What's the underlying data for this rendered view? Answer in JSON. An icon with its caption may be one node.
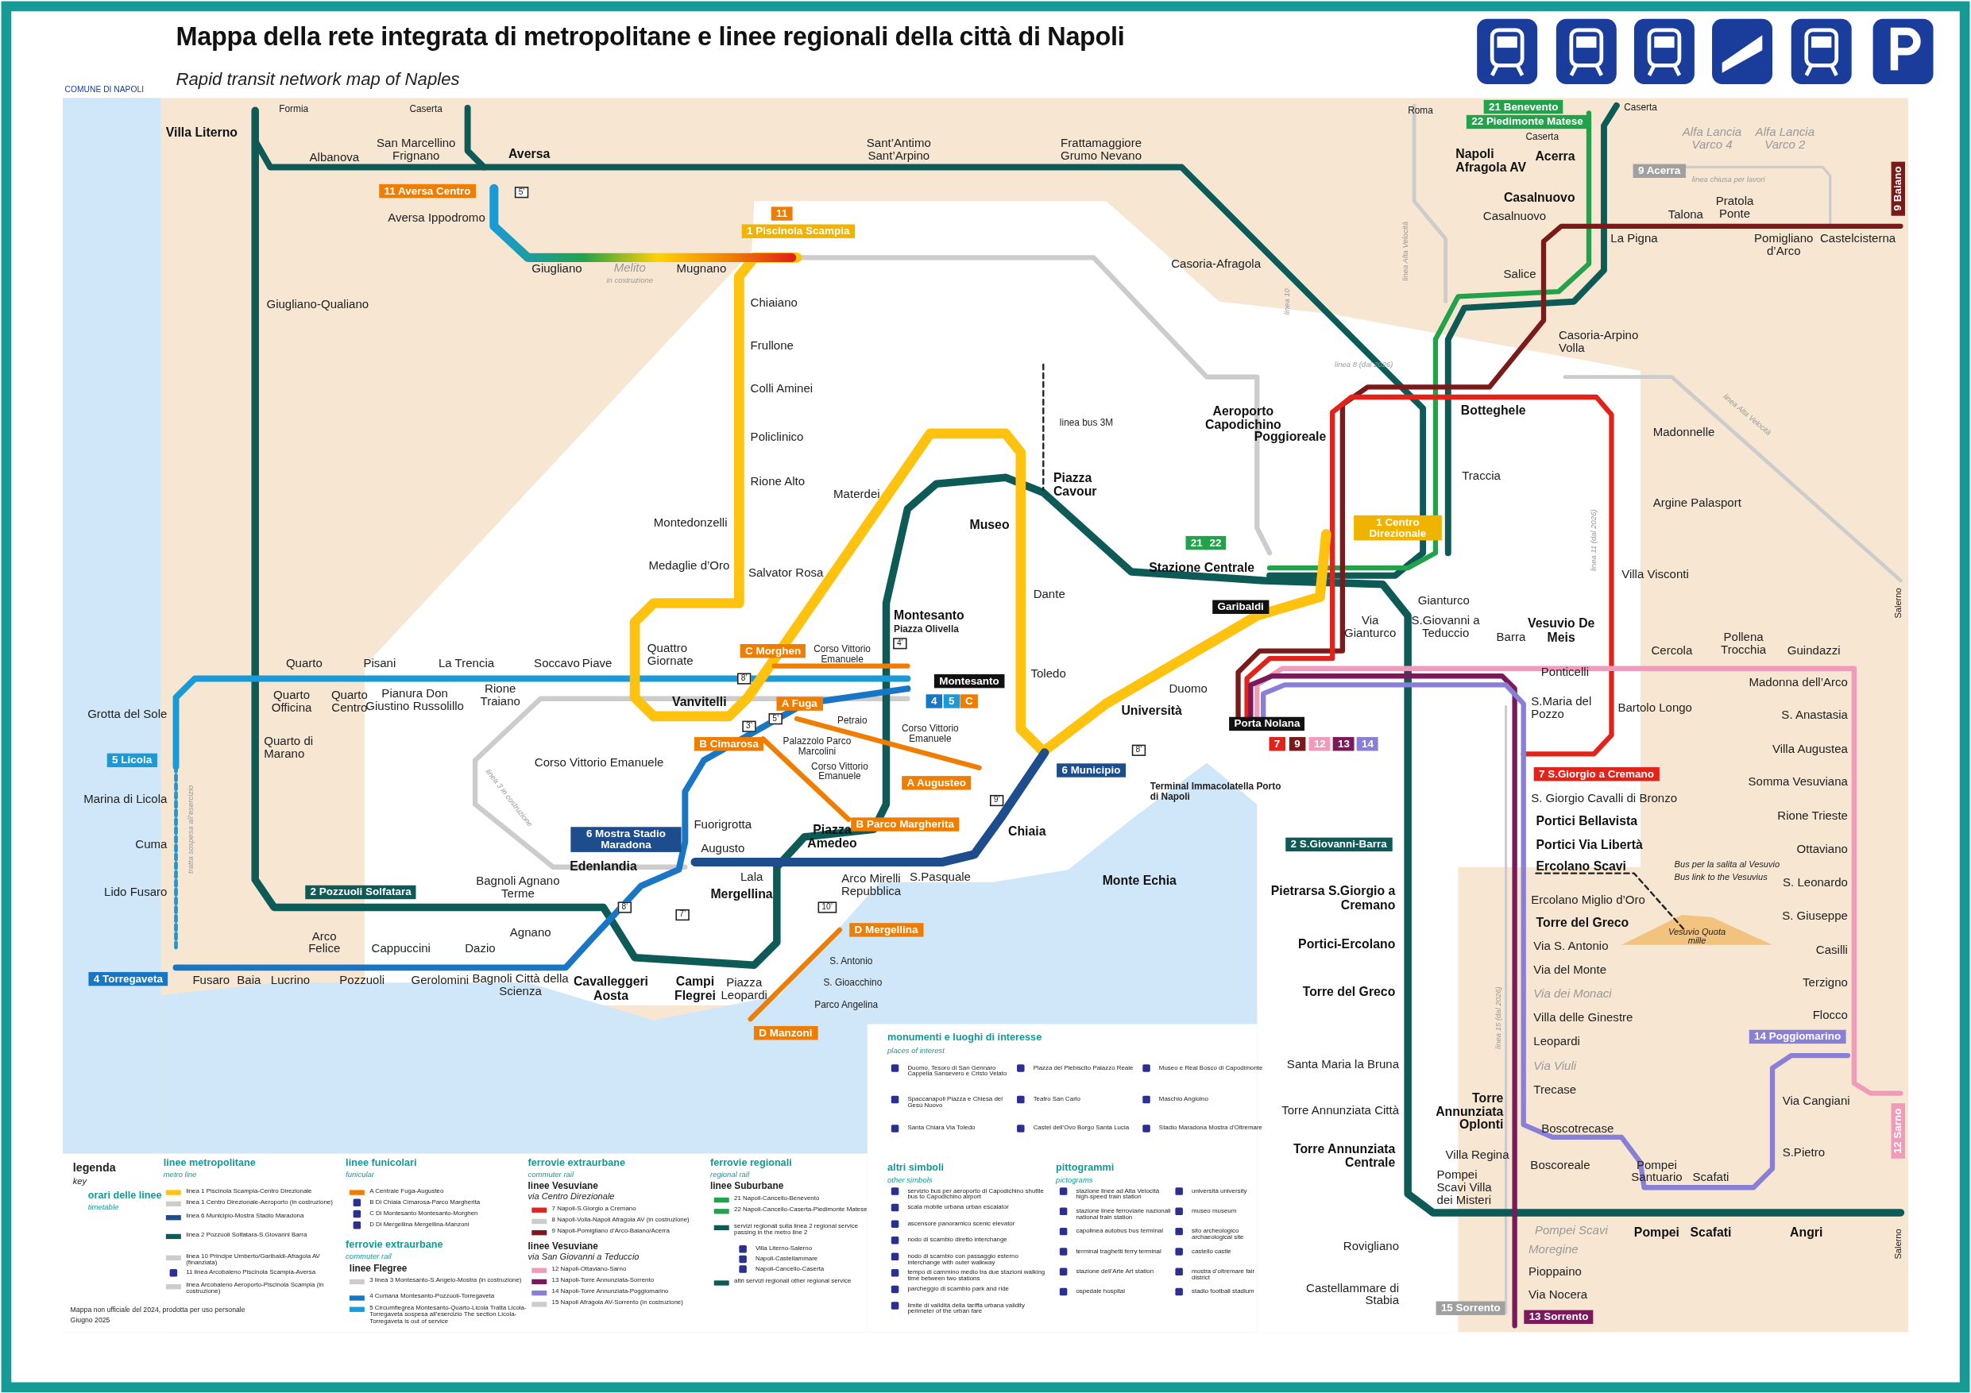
{
  "diagram": {
    "title": "Mappa della rete integrata di metropolitane e linee regionali della città di Napoli",
    "labels": [
      "COMUNE DI NAPOLI",
      "Rapid transit network map of Naples",
      "Formia",
      "Villa Literno",
      "Albanova",
      "San Marcellino Frignano",
      "Caserta",
      "Aversa",
      "11 Aversa Centro",
      "5’",
      "Aversa Ippodromo",
      "Giugliano",
      "Melito",
      "in costruzione",
      "Mugnano",
      "11",
      "1 Piscinola Scampia",
      "Sant’Antimo Sant’Arpino",
      "Frattamaggiore Grumo Nevano",
      "Casoria-Afragola",
      "Roma",
      "21 Benevento",
      "22 Piedimonte Matese",
      "Caserta",
      "Caserta",
      "Napoli Afragola AV",
      "Acerra",
      "Alfa Lancia Varco 4",
      "Alfa Lancia Varco 2",
      "9 Acerra",
      "linea chiusa per lavori",
      "9 Baiano",
      "Casalnuovo",
      "Casalnuovo",
      "La Pigna",
      "Talona",
      "Pratola Ponte",
      "Pomigliano d’Arco",
      "Castelcisterna",
      "Salice",
      "linea Alta Velocità",
      "linea 10",
      "Casoria-Arpino Volla",
      "linea 8 (dal 2026)",
      "linea Alta Velocità",
      "Botteghele",
      "Aeroporto Capodichino",
      "Poggioreale",
      "Madonnelle",
      "Traccia",
      "1 Centro Direzionale",
      "Argine Palasport",
      "linea 11 (dal 2026)",
      "21",
      "22",
      "Stazione Centrale",
      "Villa Visconti",
      "Salerno",
      "Garibaldi",
      "Gianturco",
      "Via Gianturco",
      "S.Giovanni a Teduccio",
      "Barra",
      "Vesuvio De Meis",
      "Cercola",
      "Pollena Trocchia",
      "Guindazzi",
      "Ponticelli",
      "Madonna dell’Arco",
      "S.Maria del Pozzo",
      "Bartolo Longo",
      "S. Anastasia",
      "Porta Nolana",
      "7",
      "9",
      "12",
      "13",
      "14",
      "Villa Augustea",
      "7 S.Giorgio a Cremano",
      "S. Giorgio Cavalli di Bronzo",
      "Somma Vesuviana",
      "Portici Bellavista",
      "Rione Trieste",
      "Portici Via Libertà",
      "Ottaviano",
      "Ercolano Scavi",
      "Bus per la salita al Vesuvio",
      "Bus link to the Vesuvius",
      "S. Leonardo",
      "Ercolano Miglio d’Oro",
      "Torre del Greco",
      "S. Giuseppe",
      "Vesuvio Quota mille",
      "Via S. Antonio",
      "Casilli",
      "Via del Monte",
      "Terzigno",
      "Via dei Monaci",
      "linea 15 (dal 2026)",
      "Villa delle Ginestre",
      "Flocco",
      "Leopardi",
      "14 Poggiomarino",
      "Via Viuli",
      "Trecase",
      "Via Cangiani",
      "Torre Annunziata Oplonti",
      "Boscotrecase",
      "Villa Regina",
      "S.Pietro",
      "12 Sarno",
      "Boscoreale",
      "Pompei Santuario",
      "Scafati",
      "Pompei Scavi Villa dei Misteri",
      "Pompei Scavi",
      "Pompei",
      "Scafati",
      "Angri",
      "Salerno",
      "Moregine",
      "Pioppaino",
      "Via Nocera",
      "15 Sorrento",
      "13 Sorrento",
      "2 S.Giovanni-Barra",
      "Pietrarsa S.Giorgio a Cremano",
      "Portici-Ercolano",
      "Torre del Greco",
      "Santa Maria la Bruna",
      "Torre Annunziata Città",
      "Torre Annunziata Centrale",
      "Rovigliano",
      "Castellammare di Stabia",
      "Giugliano-Qualiano",
      "Chiaiano",
      "Frullone",
      "Colli Aminei",
      "Policlinico",
      "Rione Alto",
      "Montedonzelli",
      "Medaglie d’Oro",
      "linea bus 3M",
      "Materdei",
      "Salvator Rosa",
      "Piazza Cavour",
      "Museo",
      "Dante",
      "Montesanto",
      "Piazza Olivella",
      "Quarto",
      "Pisani",
      "La Trencia",
      "Soccavo",
      "Piave",
      "Quattro Giornate",
      "Corso Vittorio Emanuele",
      "C Morghen",
      "Grotta del Sole",
      "Quarto Officina",
      "Quarto Centro",
      "Pianura Don Giustino Russolillo",
      "Rione Traiano",
      "Toledo",
      "Montesanto",
      "4",
      "5",
      "C",
      "Vanvitelli",
      "A Fuga",
      "Duomo",
      "Università",
      "Quarto di Marano",
      "Petraio",
      "Corso Vittorio Emanuele",
      "B Cimarosa",
      "Palazzolo Parco Marcolini",
      "5 Licola",
      "Corso Vittorio Emanuele",
      "Corso Vittorio Emanuele",
      "A Augusteo",
      "6 Municipio",
      "Terminal Immacolatella Porto di Napoli",
      "Marina di Licola",
      "Fuorigrotta",
      "B Parco Margherita",
      "6 Mostra Stadio Maradona",
      "Chiaia",
      "Piazza Amedeo",
      "Cuma",
      "Augusto",
      "Edenlandia",
      "Lala",
      "Arco Mirelli Repubblica",
      "S.Pasquale",
      "Monte Echia",
      "Bagnoli Agnano Terme",
      "Lido Fusaro",
      "2 Pozzuoli Solfatara",
      "Mergellina",
      "tratta sospesa all’esercizio",
      "linea 3 in costruzione",
      "Agnano",
      "D Mergellina",
      "Arco Felice",
      "Cappuccini",
      "Dazio",
      "4 Torregaveta",
      "Fusaro",
      "Baia",
      "Lucrino",
      "Pozzuoli",
      "Gerolomini",
      "Bagnoli Città della Scienza",
      "Cavalleggeri Aosta",
      "Campi Flegrei",
      "Piazza Leopardi",
      "S. Antonio",
      "S. Gioacchino",
      "Parco Angelina",
      "D Manzoni",
      "8’",
      "3’",
      "5’",
      "4’",
      "9’",
      "8’",
      "8’",
      "7’",
      "10’",
      "monumenti e luoghi di interesse",
      "places of interest",
      "altri simboli",
      "other simbols",
      "pittogrammi",
      "pictograms",
      "legenda",
      "key",
      "orari delle linee",
      "timetable",
      "linee metropolitane",
      "metro line",
      "linee funicolari",
      "funicular",
      "ferrovie extraurbane",
      "commuter rail",
      "linee Flegree",
      "ferrovie extraurbane",
      "commuter rail",
      "linee Vesuviane",
      "via Centro Direzionale",
      "linee Vesuviane",
      "via San Giovanni a Teduccio",
      "ferrovie regionali",
      "regional rail",
      "linee Suburbane",
      "Mappa non ufficiale del 2024, prodotta per uso personale",
      "Giugno 2025"
    ],
    "legend": [
      {
        "text": "linea 1 Piscinola Scampia-Centro Direzionale",
        "color": "#ffc20e"
      },
      {
        "text": "linea 1 Centro Direzionale-Aeroporto (in costruzione)",
        "color": "#cccccc"
      },
      {
        "text": "linea 6 Municipio-Mostra Stadio Maradona",
        "color": "#1d4d8c"
      },
      {
        "text": "linea 2 Pozzuoli Solfatara-S.Giovanni Barra",
        "color": "#0e5a57"
      },
      {
        "text": "linea 10 Principe Umberto/Garibaldi-Afragola AV (finanziata)",
        "color": "#cccccc"
      },
      {
        "text": "11 linea Arcobaleno Piscinola Scampia-Aversa"
      },
      {
        "text": "linea Arcobaleno Aeroporto-Piscinola Scampia (in costruzione)",
        "color": "#cccccc"
      },
      {
        "text": "A Centrale Fuga-Augusteo",
        "color": "#ef7d00"
      },
      {
        "text": "B Di Chiaia Cimarosa-Parco Margherita"
      },
      {
        "text": "C Di Montesanto Montesanto-Morghen"
      },
      {
        "text": "D Di Mergellina Mergellina-Manzoni"
      },
      {
        "text": "3 linea 3 Montesanto-S.Angelo-Mostra (in costruzione)",
        "color": "#cccccc"
      },
      {
        "text": "4 Cumana Montesanto-Pozzuoli-Torregaveta",
        "color": "#1976c5"
      },
      {
        "text": "5 Circumflegrea Montesanto-Quarto-Licola Tratta Licola-Torregaveta sospesa all’esercizio The section Licola-Torregaveta is out of service",
        "color": "#1a9ad6"
      },
      {
        "text": "7 Napoli-S.Giorgio a Cremano",
        "color": "#e2231a"
      },
      {
        "text": "8 Napoli-Volla-Napoli Afragola AV (in costruzione)",
        "color": "#cccccc"
      },
      {
        "text": "9 Napoli-Pomigliano d’Arco-Baiano/Acerra",
        "color": "#7a1a1a"
      },
      {
        "text": "12 Napoli-Ottaviano-Sarno",
        "color": "#f19bbb"
      },
      {
        "text": "13 Napoli-Torre Annunziata-Sorrento",
        "color": "#7b1a5a"
      },
      {
        "text": "14 Napoli-Torre Annunziata-Poggiomarino",
        "color": "#8a7fd6"
      },
      {
        "text": "15 Napoli Afragola AV-Sorrento (in costruzione)",
        "color": "#cccccc"
      },
      {
        "text": "21 Napoli-Cancello-Benevento",
        "color": "#22a24a"
      },
      {
        "text": "22 Napoli-Cancello-Caserta-Piedimonte Matese",
        "color": "#22a24a"
      },
      {
        "text": "servizi regionali sulla linea 2 regional service passing in the metro line 2",
        "color": "#0e5a57"
      },
      {
        "text": "Villa Literno-Salerno"
      },
      {
        "text": "Napoli-Castellammare"
      },
      {
        "text": "Napoli-Cancello-Caserta"
      },
      {
        "text": "altri servizi regionali other regional service",
        "color": "#0e5a57"
      },
      {
        "text": "Duomo, Tesoro di San Gennaro Cappella Sansevero e Cristo Velato"
      },
      {
        "text": "Piazza del Plebiscito Palazzo Reale"
      },
      {
        "text": "Museo e Real Bosco di Capodimonte"
      },
      {
        "text": "Spaccanapoli Piazza e Chiesa del Gesù Nuovo"
      },
      {
        "text": "Teatro San Carlo"
      },
      {
        "text": "Maschio Angioino"
      },
      {
        "text": "Santa Chiara Via Toledo"
      },
      {
        "text": "Castel dell’Ovo Borgo Santa Lucia"
      },
      {
        "text": "Stadio Maradona Mostra d’Oltremare"
      },
      {
        "text": "servizio bus per aeroporto di Capodichino shuttle bus to Capodichino airport"
      },
      {
        "text": "scala mobile urbana urban escalator"
      },
      {
        "text": "ascensore panoramico scenic elevator"
      },
      {
        "text": "nodo di scambio diretto interchange"
      },
      {
        "text": "nodo di scambio con passaggio esterno interchange with outer walkway"
      },
      {
        "text": "tempo di cammino medio tra due stazioni walking time between two stations"
      },
      {
        "text": "parcheggio di scambio park and ride"
      },
      {
        "text": "limite di validità della tariffa urbana validity perimeter of the urban fare"
      },
      {
        "text": "stazione linee ad Alta Velocità high-speed train station"
      },
      {
        "text": "stazione linee ferroviarie nazionali national train station"
      },
      {
        "text": "capolinea autobus bus terminal"
      },
      {
        "text": "terminal traghetti ferry terminal"
      },
      {
        "text": "stazione dell’Arte Art station"
      },
      {
        "text": "ospedale hospital"
      },
      {
        "text": "università university"
      },
      {
        "text": "museo museum"
      },
      {
        "text": "sito archeologico archaeological site"
      },
      {
        "text": "castello castle"
      },
      {
        "text": "mostra d’oltremare fair district"
      },
      {
        "text": "stadio football stadium"
      }
    ]
  }
}
